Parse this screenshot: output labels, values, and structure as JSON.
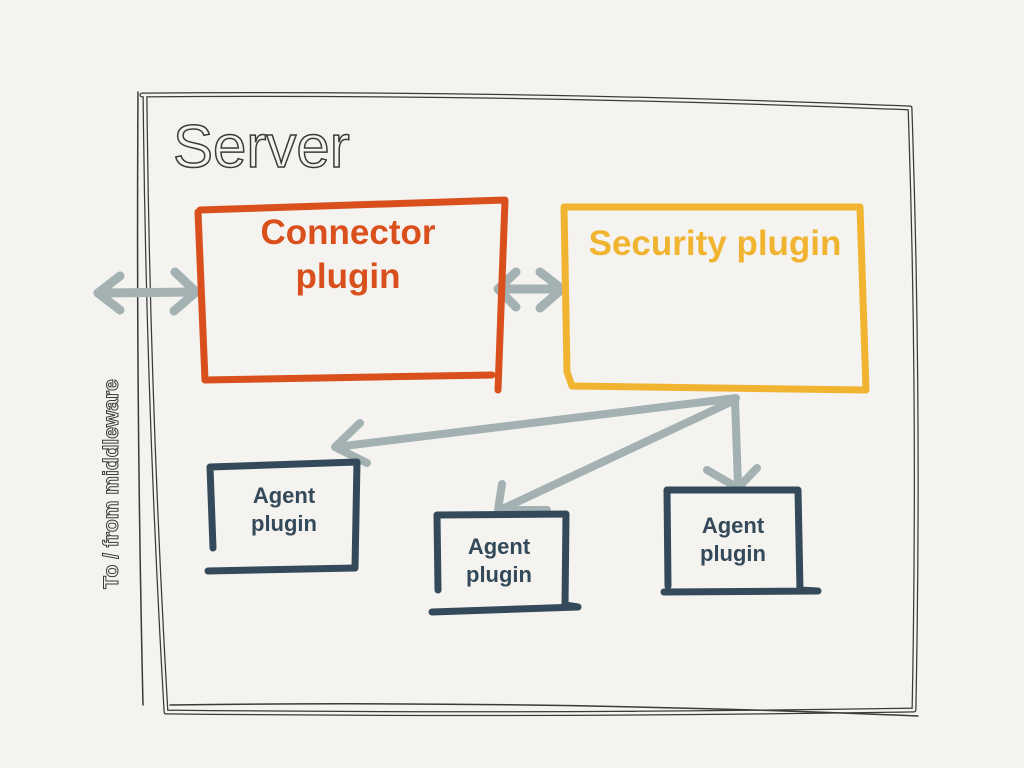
{
  "server": {
    "title": "Server"
  },
  "side_label": "To / from middleware",
  "connector": {
    "line1": "Connector",
    "line2": "plugin"
  },
  "security": {
    "label": "Security plugin"
  },
  "agents": [
    {
      "line1": "Agent",
      "line2": "plugin"
    },
    {
      "line1": "Agent",
      "line2": "plugin"
    },
    {
      "line1": "Agent",
      "line2": "plugin"
    }
  ],
  "colors": {
    "background": "#f4f3f0",
    "connector": "#d9501c",
    "security": "#f1b431",
    "agent": "#344a5a",
    "arrow": "#a3b1b3",
    "outline": "#3a3a3a"
  }
}
